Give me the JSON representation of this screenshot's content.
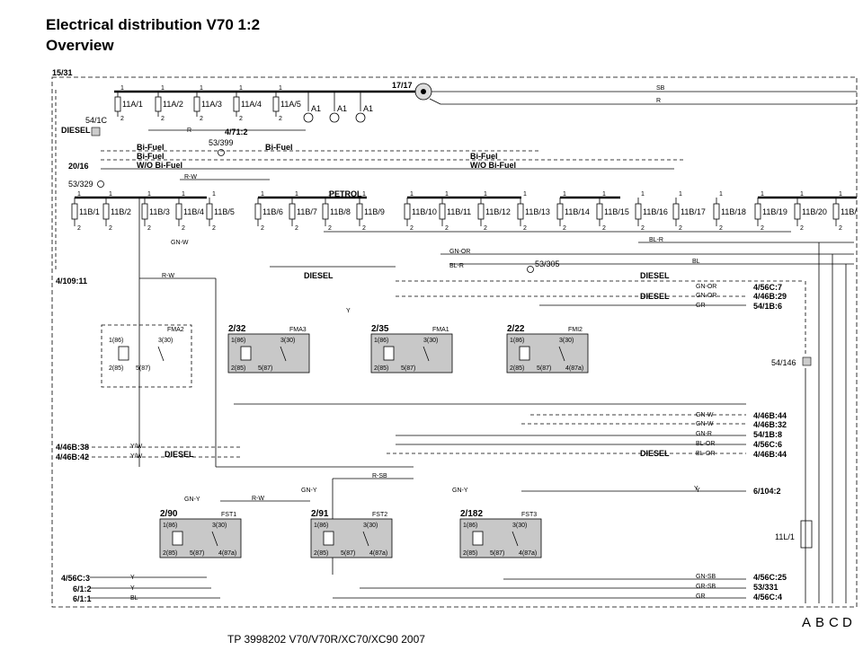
{
  "header": {
    "title": "Electrical distribution V70 1:2",
    "subtitle": "Overview"
  },
  "footer": {
    "doc_ref": "TP 3998202 V70/V70R/XC70/XC90 2007"
  },
  "labels": {
    "supply": "15/31",
    "main_supply": "17/17",
    "diesel": "DIESEL",
    "petrol": "PETROL",
    "bi_fuel": "Bi-Fuel",
    "wo_bi_fuel": "W/O Bi-Fuel",
    "connector_a1": "A1"
  },
  "fuses_top": [
    "11A/1",
    "11A/2",
    "11A/3",
    "11A/4",
    "11A/5"
  ],
  "fuses_row": [
    "11B/1",
    "11B/2",
    "11B/3",
    "11B/4",
    "11B/5",
    "11B/6",
    "11B/7",
    "11B/8",
    "11B/9",
    "11B/10",
    "11B/11",
    "11B/12",
    "11B/13",
    "11B/14",
    "11B/15",
    "11B/16",
    "11B/17",
    "11B/18",
    "11B/19",
    "11B/20",
    "11B/"
  ],
  "relays": {
    "fma2": {
      "code": "",
      "name": "FMA2",
      "pins": [
        "1(86)",
        "3(30)",
        "2(85)",
        "5(87)"
      ]
    },
    "fma3": {
      "code": "2/32",
      "name": "FMA3",
      "pins": [
        "1(86)",
        "3(30)",
        "2(85)",
        "5(87)"
      ]
    },
    "fma1": {
      "code": "2/35",
      "name": "FMA1",
      "pins": [
        "1(86)",
        "3(30)",
        "2(85)",
        "5(87)"
      ]
    },
    "fmi2": {
      "code": "2/22",
      "name": "FMI2",
      "pins": [
        "1(86)",
        "3(30)",
        "2(85)",
        "5(87)",
        "4(87a)"
      ]
    },
    "fst1": {
      "code": "2/90",
      "name": "FST1",
      "pins": [
        "1(86)",
        "3(30)",
        "2(85)",
        "5(87)",
        "4(87a)"
      ]
    },
    "fst2": {
      "code": "2/91",
      "name": "FST2",
      "pins": [
        "1(86)",
        "3(30)",
        "2(85)",
        "5(87)",
        "4(87a)"
      ]
    },
    "fst3": {
      "code": "2/182",
      "name": "FST3",
      "pins": [
        "1(86)",
        "3(30)",
        "2(85)",
        "5(87)",
        "4(87a)"
      ]
    }
  },
  "components": {
    "c54_1c": "54/1C",
    "c20_16": "20/16",
    "c53_329": "53/329",
    "c53_399": "53/399",
    "c53_305": "53/305",
    "c54_146": "54/146",
    "c11l_1": "11L/1",
    "c4_71_2": "4/71:2",
    "c4_109_11": "4/109:11"
  },
  "connectors_right": [
    {
      "code": "4/56C:7",
      "wire": "GN-OR"
    },
    {
      "code": "4/46B:29",
      "wire": "GN-OR"
    },
    {
      "code": "54/1B:6",
      "wire": "GR"
    },
    {
      "code": "4/46B:44",
      "wire": "GN-W"
    },
    {
      "code": "4/46B:32",
      "wire": "GN-W"
    },
    {
      "code": "54/1B:8",
      "wire": "GN-R"
    },
    {
      "code": "4/56C:6",
      "wire": "BL-OR"
    },
    {
      "code": "4/46B:44",
      "wire": "BL-OR"
    },
    {
      "code": "6/104:2",
      "wire": "Y"
    },
    {
      "code": "4/56C:25",
      "wire": "GN-SB"
    },
    {
      "code": "53/331",
      "wire": "GR-SB"
    },
    {
      "code": "4/56C:4",
      "wire": "GR"
    }
  ],
  "connectors_left": [
    {
      "code": "4/46B:38",
      "wire": "Y/W"
    },
    {
      "code": "4/46B:42",
      "wire": "Y/W"
    },
    {
      "code": "4/56C:3",
      "wire": "Y"
    },
    {
      "code": "6/1:2",
      "wire": "Y"
    },
    {
      "code": "6/1:1",
      "wire": "BL"
    }
  ],
  "bottom_letters": [
    "A",
    "B",
    "C",
    "D",
    ""
  ],
  "wires": {
    "sb": "SB",
    "r": "R",
    "rw": "R-W",
    "gnw": "GN-W",
    "gnor": "GN-OR",
    "blr": "BL-R",
    "bl": "BL",
    "y": "Y",
    "rsb": "R-SB",
    "gny": "GN-Y"
  }
}
